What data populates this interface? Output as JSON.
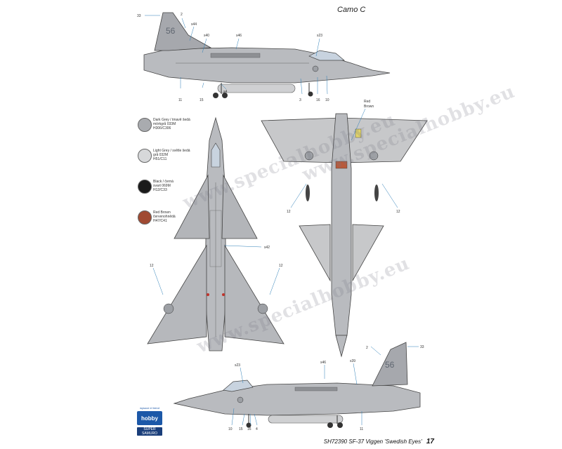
{
  "header": {
    "camo_label": "Camo C"
  },
  "legend": [
    {
      "color": "#a9abaf",
      "lines": [
        "Dark Grey / tmavě šedá",
        "mörkgrå 033M",
        "H306/C306"
      ]
    },
    {
      "color": "#d7d8da",
      "lines": [
        "Light Grey / světle šedá",
        "grå 032M",
        "H51/C11"
      ]
    },
    {
      "color": "#1a1a1a",
      "lines": [
        "Black / černá",
        "svart 069M",
        "H12/C33"
      ]
    },
    {
      "color": "#a04a32",
      "lines": [
        "Red Brown",
        "červenohnědá",
        "H47/C41"
      ]
    }
  ],
  "callouts": {
    "top_side": [
      "33",
      "2",
      "s44",
      "s40",
      "s46",
      "s23",
      "11",
      "15",
      "s4",
      "3",
      "16",
      "10"
    ],
    "bottom_view": [
      "Red",
      "Brown",
      "12",
      "12"
    ],
    "top_view": [
      "s42",
      "12",
      "12"
    ],
    "lower_side": [
      "2",
      "33",
      "s23",
      "s46",
      "s39",
      "10",
      "15",
      "16",
      "4",
      "11"
    ]
  },
  "tail_code": "56",
  "watermarks": [
    "www.specialhobby.eu",
    "www.specialhobby.eu",
    "www.specialhobby.eu"
  ],
  "logos": {
    "top_small": "wysoce el trend",
    "top": "hobby",
    "bottom": "SUPER SAMURO"
  },
  "footer": {
    "caption": "SH72390  SF-37 Viggen 'Swedish Eyes'",
    "page": "17"
  }
}
